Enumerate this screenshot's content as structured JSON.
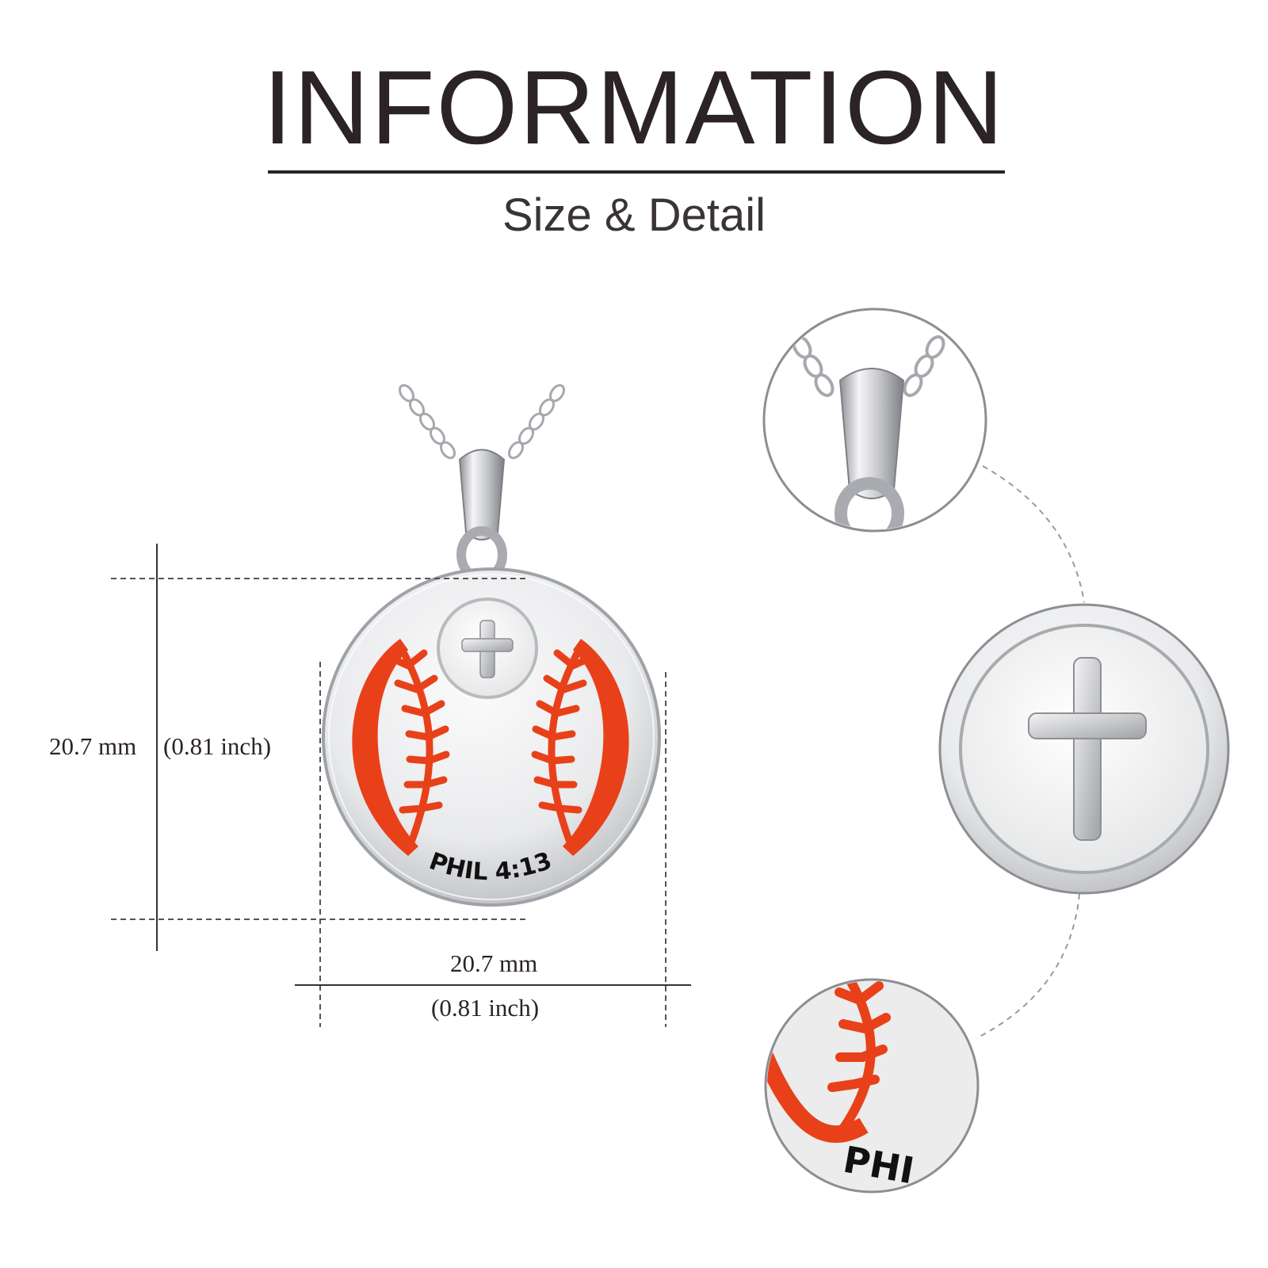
{
  "header": {
    "title": "INFORMATION",
    "subtitle": "Size & Detail"
  },
  "dimensions": {
    "height_mm": "20.7 mm",
    "height_inch": "(0.81 inch)",
    "width_mm": "20.7 mm",
    "width_inch": "(0.81 inch)"
  },
  "pendant": {
    "engraving": "PHIL 4:13",
    "closeup_engraving": "PHI"
  },
  "colors": {
    "text": "#2b2326",
    "enamel_red": "#e8411a",
    "silver": "#d9dadc",
    "enamel_white": "#f7f7f5"
  },
  "icons": [
    "cross-icon",
    "chain-icon",
    "bail-icon",
    "baseball-stitch-icon"
  ]
}
